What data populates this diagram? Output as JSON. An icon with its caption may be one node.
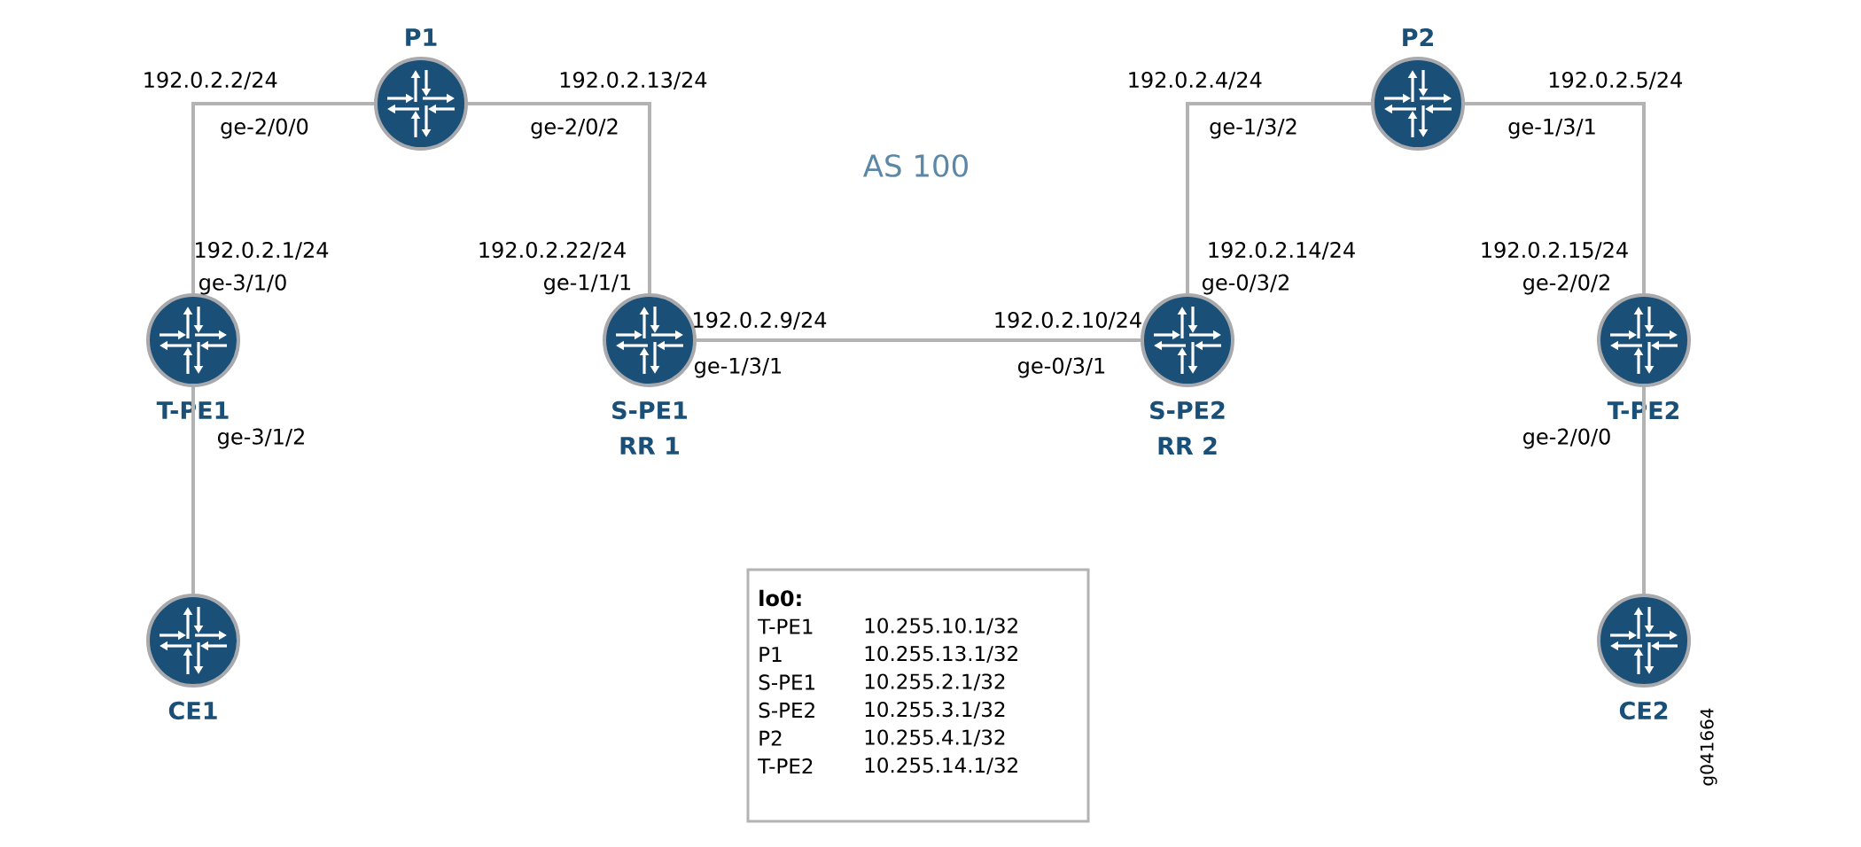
{
  "diagram": {
    "nodes": [
      {
        "text": [
          "P1"
        ]
      },
      {
        "text": [
          "P2"
        ]
      },
      {
        "text": [
          "T-PE1"
        ]
      },
      {
        "text": [
          "S-PE1",
          "RR 1"
        ]
      },
      {
        "text": [
          "S-PE2",
          "RR 2"
        ]
      },
      {
        "text": [
          "T-PE2"
        ]
      },
      {
        "text": [
          "CE1"
        ]
      },
      {
        "text": [
          "CE2"
        ]
      },
      {
        "text": [
          "lo0:",
          "T-PE1",
          "10.255.10.1/32",
          "P1",
          "10.255.13.1/32",
          "S-PE1",
          "10.255.2.1/32",
          "S-PE2",
          "10.255.3.1/32",
          "P2",
          "10.255.4.1/32",
          "T-PE2",
          "10.255.14.1/32"
        ]
      }
    ],
    "edges": [
      {
        "from": 2,
        "to": 0,
        "arrow": "none"
      },
      {
        "from": 0,
        "to": 3,
        "arrow": "none"
      },
      {
        "from": 3,
        "to": 4,
        "arrow": "none"
      },
      {
        "from": 4,
        "to": 1,
        "arrow": "none"
      },
      {
        "from": 1,
        "to": 5,
        "arrow": "none"
      },
      {
        "from": 2,
        "to": 6,
        "arrow": "none"
      },
      {
        "from": 5,
        "to": 7,
        "arrow": "none"
      }
    ],
    "labels": [
      "192.0.2.2/24",
      "192.0.2.13/24",
      "192.0.2.4/24",
      "192.0.2.5/24",
      "ge-2/0/0",
      "ge-2/0/2",
      "ge-1/3/2",
      "ge-1/3/1",
      "AS 100",
      "192.0.2.1/24",
      "192.0.2.22/24",
      "192.0.2.14/24",
      "192.0.2.15/24",
      "ge-3/1/0",
      "ge-1/1/1",
      "ge-0/3/2",
      "ge-2/0/2",
      "192.0.2.9/24",
      "192.0.2.10/24",
      "ge-1/3/1",
      "ge-0/3/1",
      "ge-3/1/2",
      "ge-2/0/0",
      "g041664"
    ]
  }
}
